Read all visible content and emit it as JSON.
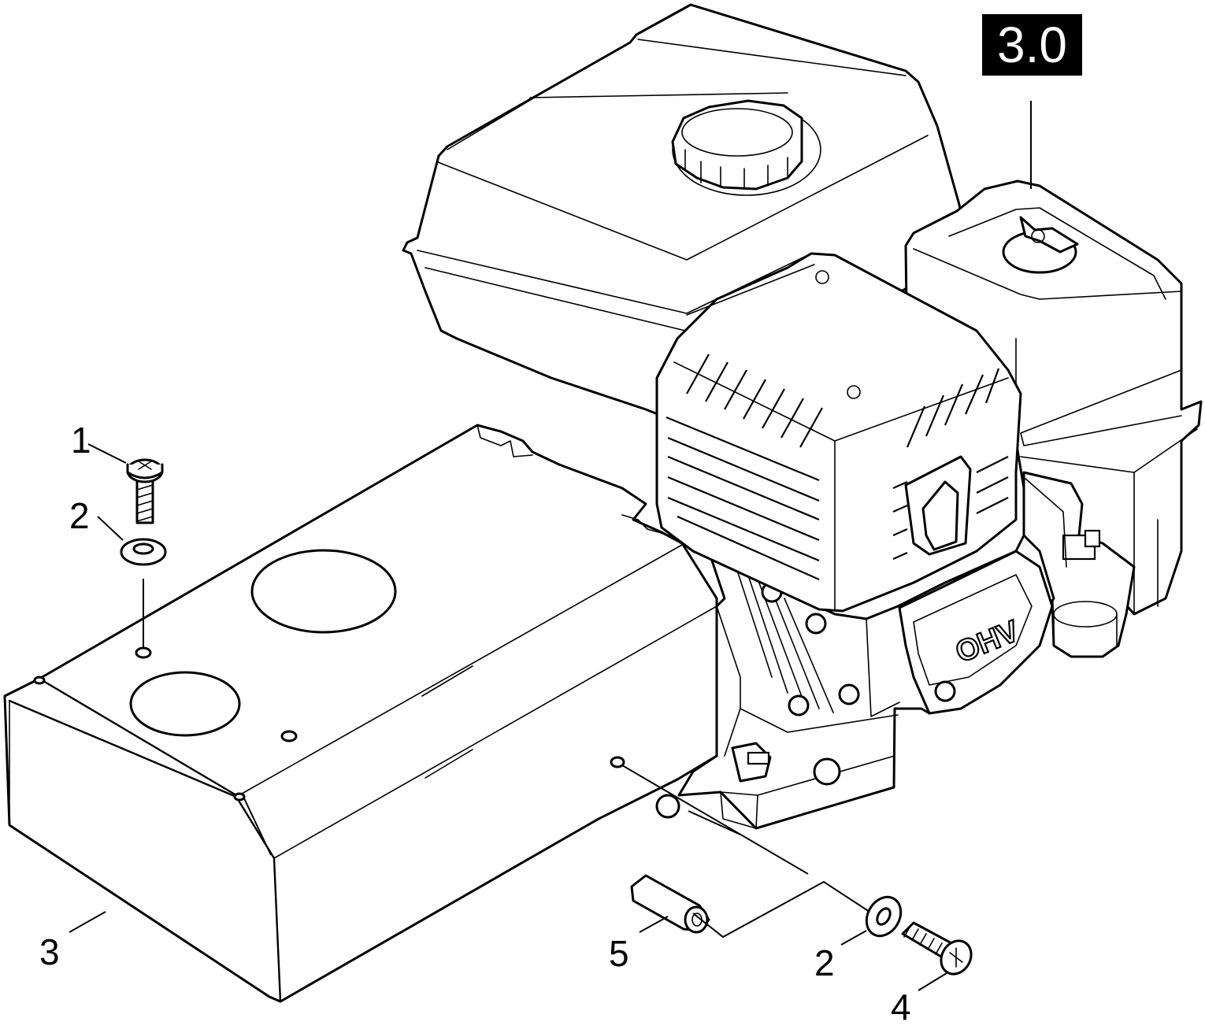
{
  "section_badge": "3.0",
  "colors": {
    "ink": "#000000",
    "paper": "#ffffff",
    "badge_background": "#000000",
    "badge_text": "#ffffff"
  },
  "engine_label": "OHV",
  "callouts": [
    {
      "id": "callout-1",
      "label": "1"
    },
    {
      "id": "callout-2-upper",
      "label": "2"
    },
    {
      "id": "callout-3",
      "label": "3"
    },
    {
      "id": "callout-5",
      "label": "5"
    },
    {
      "id": "callout-2-lower",
      "label": "2"
    },
    {
      "id": "callout-4",
      "label": "4"
    }
  ]
}
